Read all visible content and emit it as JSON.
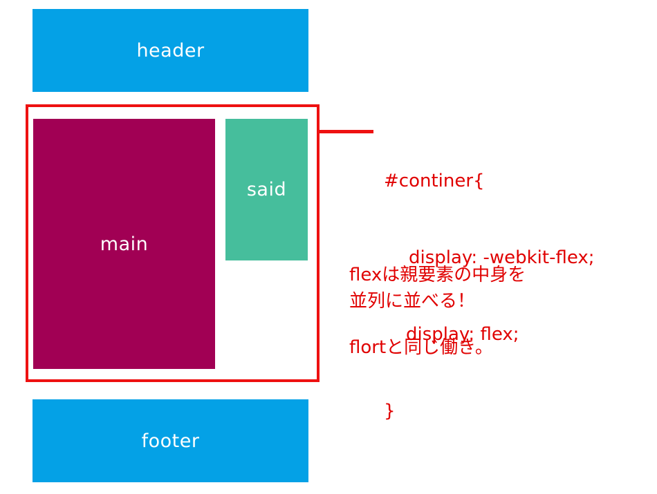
{
  "boxes": {
    "header": "header",
    "main": "main",
    "said": "said",
    "footer": "footer"
  },
  "code": {
    "line1": "#continer{",
    "line2": "display: -webkit-flex;",
    "line3": "display: flex;",
    "line4": "}"
  },
  "notes": {
    "line1": "flexは親要素の中身を",
    "line2": "並列に並べる！",
    "line3": "flortと同じ働き。"
  },
  "colors": {
    "header_footer": "#04a1e6",
    "main": "#a10054",
    "said": "#46be9c",
    "annotation_red": "#ee1111"
  }
}
